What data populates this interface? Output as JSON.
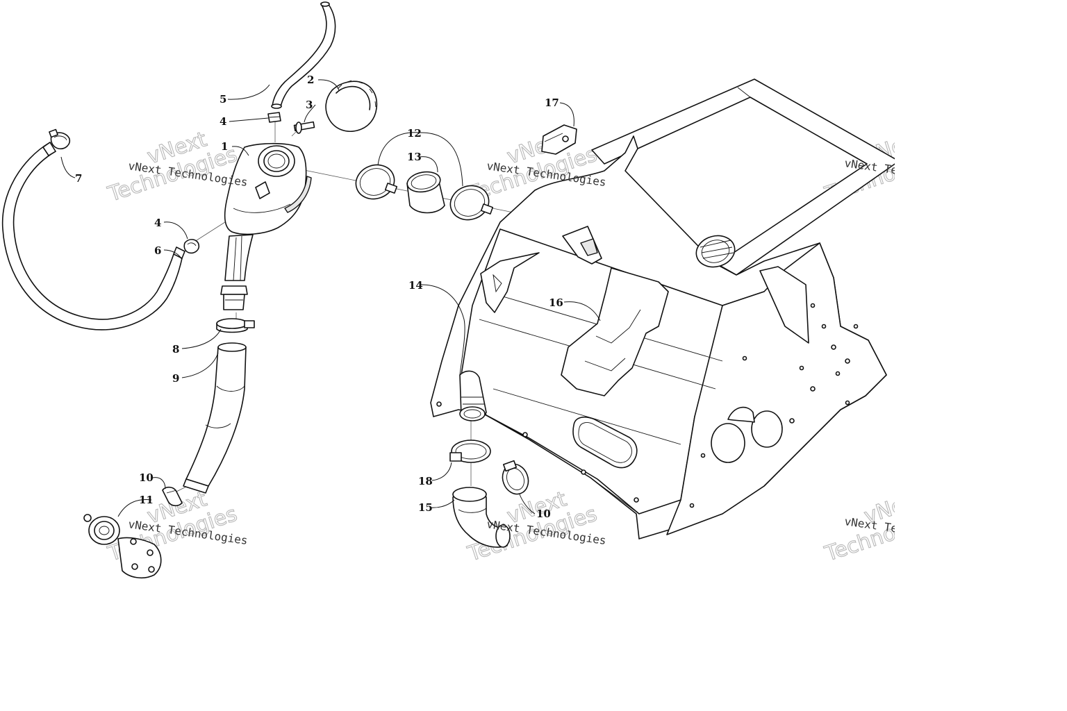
{
  "diagram": {
    "callouts": [
      "1",
      "2",
      "3",
      "4",
      "5",
      "6",
      "7",
      "8",
      "9",
      "10",
      "11",
      "12",
      "13",
      "14",
      "15",
      "16",
      "17",
      "18"
    ],
    "extra_callouts": {
      "clamp_lower_right": "10"
    },
    "watermark": {
      "brand": "vNext Technologies",
      "brand_line_1": "vNext",
      "brand_line_2": "Technologies",
      "partial_brand": "vNext Tec",
      "partial_line_2": "Techno",
      "partial_top": "vNe"
    }
  }
}
